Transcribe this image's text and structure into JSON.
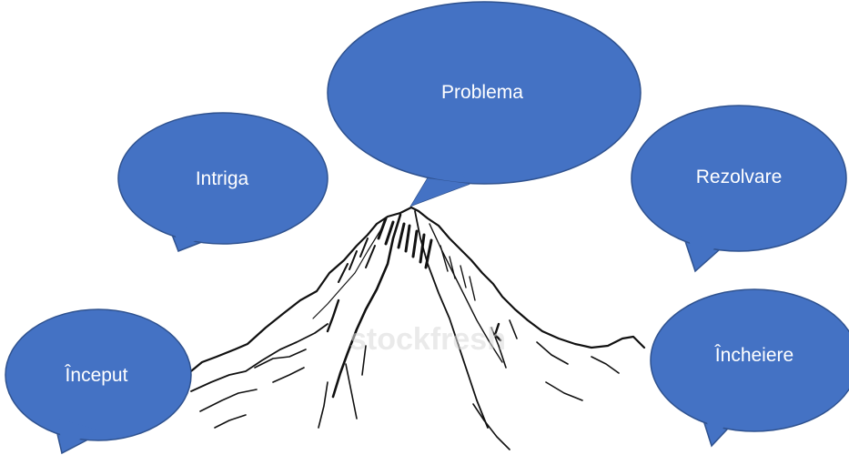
{
  "diagram": {
    "bubbles": [
      {
        "id": "problema",
        "label": "Problema"
      },
      {
        "id": "intriga",
        "label": "Intriga"
      },
      {
        "id": "rezolvare",
        "label": "Rezolvare"
      },
      {
        "id": "inceput",
        "label": "Început"
      },
      {
        "id": "incheiere",
        "label": "Încheiere"
      }
    ],
    "watermark": "stockfresh"
  },
  "colors": {
    "bubble_fill": "#4472C4",
    "bubble_stroke": "#2F528F",
    "bubble_text": "#FFFFFF",
    "mountain_ink": "#111111"
  },
  "icons": {
    "mountain": "mountain-sketch-icon"
  }
}
